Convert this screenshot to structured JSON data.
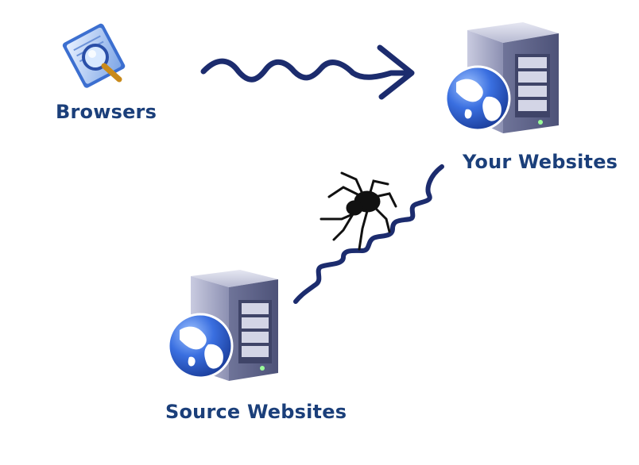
{
  "labels": {
    "browsers": "Browsers",
    "your_websites": "Your Websites",
    "source_websites": "Source Websites"
  },
  "colors": {
    "label_text": "#1b3f7a",
    "arrow": "#1c2c6e",
    "server_body": "#8f93b3",
    "globe": "#2f5fd0",
    "spider": "#111111"
  },
  "icons": {
    "browser": "magnifier-on-document-icon",
    "server": "web-server-globe-icon",
    "crawler": "spider-icon"
  }
}
